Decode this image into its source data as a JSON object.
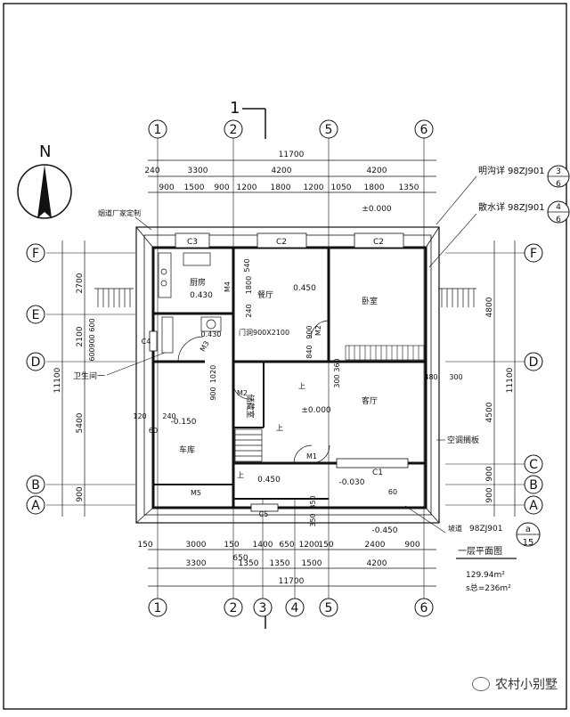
{
  "section_mark": "1",
  "north": "N",
  "axes_top": [
    "1",
    "2",
    "5",
    "6"
  ],
  "axes_bottom": [
    "1",
    "2",
    "3",
    "4",
    "5",
    "6"
  ],
  "axes_left": [
    "F",
    "E",
    "D",
    "B",
    "A"
  ],
  "axes_right": [
    "F",
    "D",
    "C",
    "B",
    "A"
  ],
  "dims": {
    "top_total": "11700",
    "top_row2": [
      "240",
      "3300",
      "4200",
      "4200"
    ],
    "top_row3": [
      "900",
      "1500",
      "900",
      "1200",
      "1800",
      "1200",
      "1050",
      "1800",
      "1350"
    ],
    "bottom_row1": [
      "150",
      "3000",
      "150",
      "1400",
      "650",
      "1200",
      "150",
      "2400",
      "900"
    ],
    "bottom_650": "650",
    "bottom_row2": [
      "3300",
      "1350",
      "1350",
      "1500",
      "4200"
    ],
    "bottom_total": "11700",
    "left_total": "11100",
    "left_segments": [
      "2700",
      "2100",
      "600",
      "900",
      "600",
      "5400",
      "900"
    ],
    "right_total": "11100",
    "right_segments": [
      "4800",
      "4500",
      "900",
      "900"
    ],
    "inner": [
      "540",
      "1800",
      "240",
      "900",
      "840",
      "360",
      "300",
      "1020",
      "900",
      "480",
      "300",
      "350",
      "350",
      "60",
      "120",
      "240",
      "60"
    ]
  },
  "callouts": {
    "mingou": "明沟详",
    "mingou_ref": "98ZJ901",
    "mingou_num": "3",
    "mingou_sub": "6",
    "sanshui": "散水详",
    "sanshui_ref": "98ZJ901",
    "sanshui_num": "4",
    "sanshui_sub": "6",
    "yard_ref": "98ZJ901",
    "yard_prefix": "坡道",
    "yard_circle_top": "a",
    "yard_circle_bottom": "15",
    "plan_title": "一层平面图",
    "area": "129.94m²",
    "area_total": "s总=236m²",
    "chimney": "烟道厂家定制",
    "door_note": "门洞900X2100",
    "ac": "空调搁板",
    "toilet": "卫生间一"
  },
  "rooms": {
    "kitchen": "厨房",
    "kitchen_level": "0.430",
    "dining": "餐厅",
    "dining_level": "0.450",
    "bedroom": "卧室",
    "living": "客厅",
    "living_level": "±0.000",
    "garage": "车库",
    "garage_level": "-0.150",
    "storage": "储藏室",
    "porch_level": "0.450",
    "front_level": "-0.030",
    "outside_level": "-0.450",
    "top_level": "±0.000",
    "toilet_level": "0.430",
    "up1": "上",
    "up2": "上",
    "up3": "上"
  },
  "tags": {
    "c3": "C3",
    "c2a": "C2",
    "c2b": "C2",
    "c4": "C4",
    "c1": "C1",
    "c5": "C5",
    "m4": "M4",
    "m3": "M3",
    "m2a": "M2",
    "m2b": "M2",
    "m1": "M1",
    "m5": "M5"
  },
  "watermark": "农村小别墅"
}
